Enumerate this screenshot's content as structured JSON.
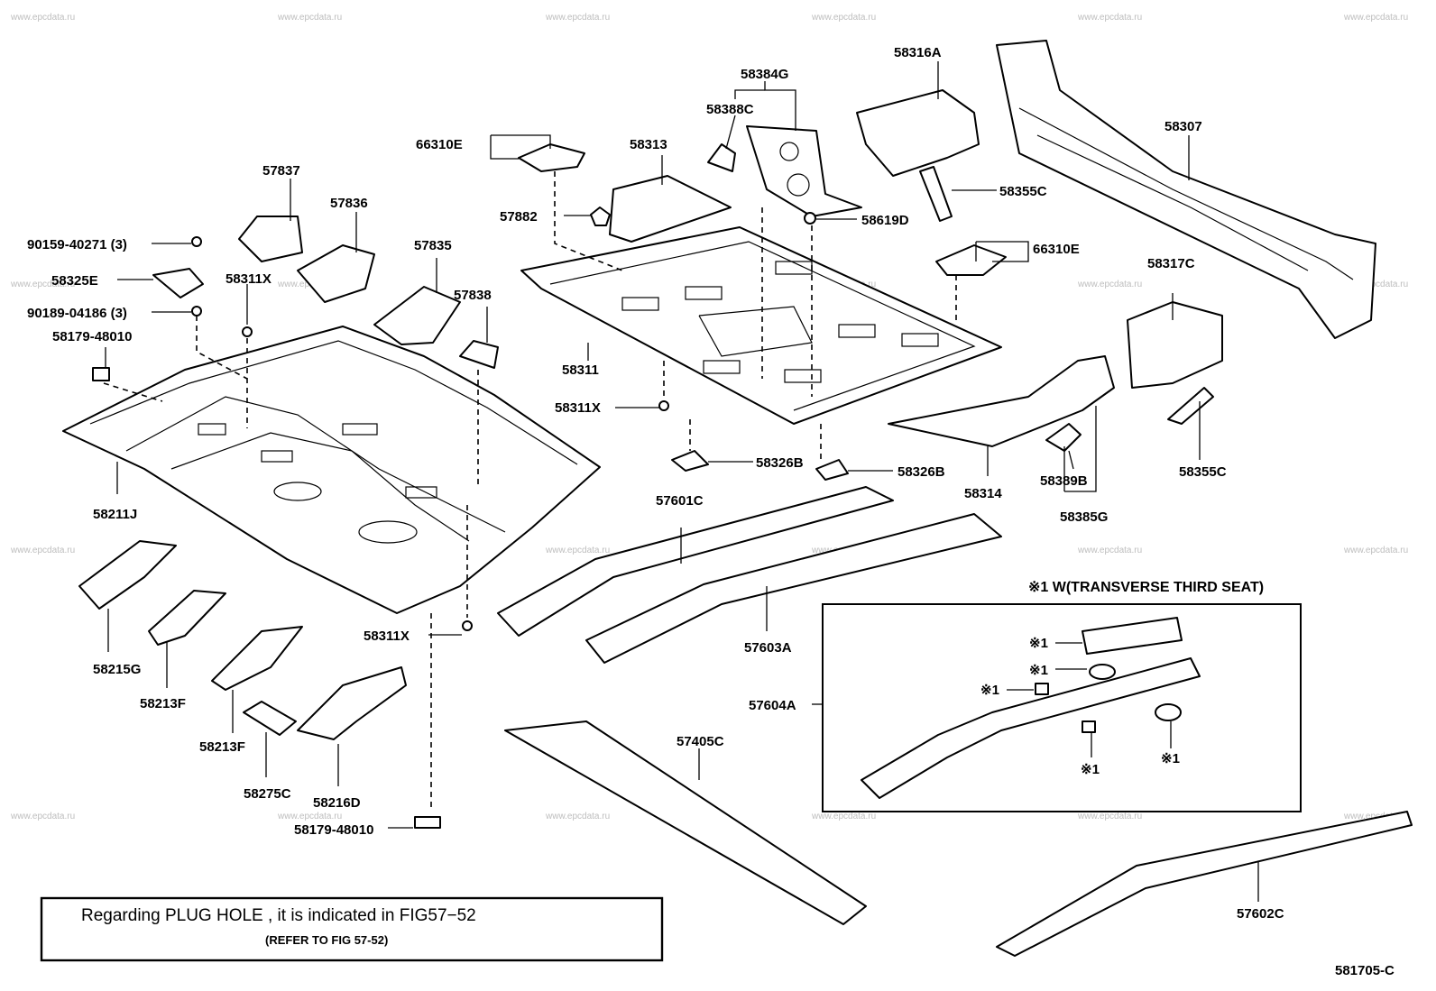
{
  "diagram": {
    "figure_number": "581705-C",
    "watermark_text": "www.epcdata.ru",
    "note": {
      "line1": "Regarding  PLUG HOLE  , it is  indicated  in  FIG57−52",
      "line2": "(REFER TO FIG 57-52)"
    },
    "inset": {
      "title": "※1 W(TRANSVERSE THIRD SEAT)",
      "marker": "※1"
    },
    "part_labels": {
      "p58384G": "58384G",
      "p58316A": "58316A",
      "p58388C": "58388C",
      "p58307": "58307",
      "p66310E_a": "66310E",
      "p58313": "58313",
      "p57837": "57837",
      "p57836": "57836",
      "p58355C_a": "58355C",
      "p57882": "57882",
      "p58619D": "58619D",
      "p90159": "90159-40271 (3)",
      "p66310E_b": "66310E",
      "p57835": "57835",
      "p58325E": "58325E",
      "p58311X_a": "58311X",
      "p58317C": "58317C",
      "p57838": "57838",
      "p90189": "90189-04186 (3)",
      "p58179_a": "58179-48010",
      "p58311": "58311",
      "p58311X_b": "58311X",
      "p58326B_a": "58326B",
      "p58326B_b": "58326B",
      "p58355C_b": "58355C",
      "p58389B": "58389B",
      "p58314": "58314",
      "p57601C": "57601C",
      "p58385G": "58385G",
      "p58211J": "58211J",
      "p57603A": "57603A",
      "p58311X_c": "58311X",
      "p58215G": "58215G",
      "p57604A": "57604A",
      "p58213F_a": "58213F",
      "p57405C": "57405C",
      "p58213F_b": "58213F",
      "p58275C": "58275C",
      "p58216D": "58216D",
      "p58179_b": "58179-48010",
      "p57602C": "57602C"
    }
  }
}
